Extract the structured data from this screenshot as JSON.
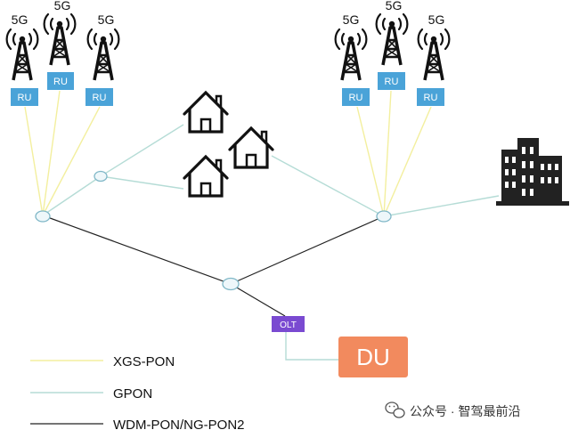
{
  "diagram": {
    "tower_label": "5G",
    "ru_label": "RU",
    "olt_label": "OLT",
    "du_label": "DU",
    "legend": [
      {
        "label": "XGS-PON",
        "color": "#f3ef9e"
      },
      {
        "label": "GPON",
        "color": "#b5dcd6"
      },
      {
        "label": "WDM-PON/NG-PON2",
        "color": "#222222"
      }
    ],
    "watermark": "公众号 · 智驾最前沿",
    "colors": {
      "ru_box": "#4aa3d8",
      "olt_box": "#7a4ad1",
      "du_box": "#f28a5e",
      "node_fill": "#eef7fa",
      "node_stroke": "#7fb7c7",
      "xgs": "#f3ef9e",
      "gpon": "#b5dcd6",
      "wdm": "#222222",
      "olt_du_link": "#b5dcd6",
      "tower": "#111111",
      "building": "#222222"
    }
  }
}
